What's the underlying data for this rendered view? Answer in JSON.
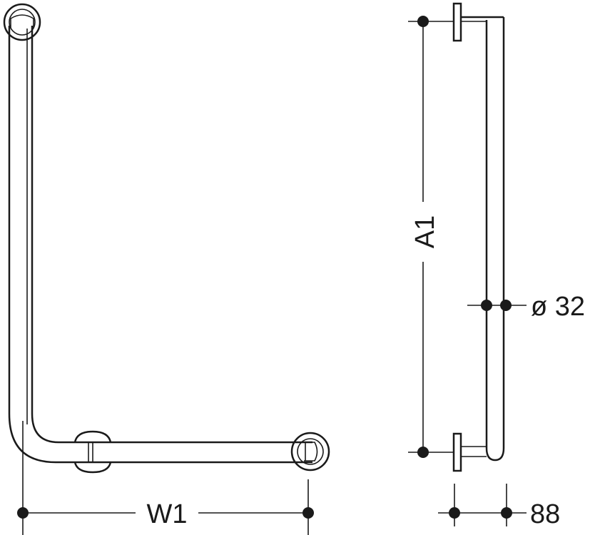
{
  "dimensions": {
    "width_label": "W1",
    "height_label": "A1",
    "diameter_label": "ø 32",
    "projection_label": "88"
  }
}
